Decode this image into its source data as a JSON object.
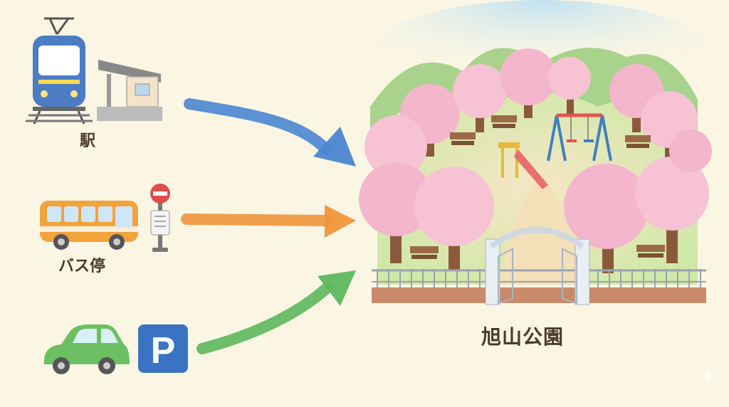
{
  "labels": {
    "station": "駅",
    "bus_stop": "バス停",
    "park": "旭山公園"
  },
  "icons": {
    "train": "train-icon",
    "station_building": "station-building-icon",
    "bus": "bus-icon",
    "bus_stop_sign": "bus-stop-sign-icon",
    "car": "car-icon",
    "parking": "parking-sign-icon",
    "parking_letter": "P"
  },
  "colors": {
    "background": "#fbf6e4",
    "arrow_train": "#4a86d0",
    "arrow_bus": "#f0963c",
    "arrow_car": "#5cb85c",
    "train_body": "#4b7cc4",
    "bus_body": "#f2a33a",
    "car_body": "#6cc063",
    "parking_sign": "#3a73c4",
    "blossom": "#f4b6cc",
    "trunk": "#8b5a3c",
    "gate": "#e8eef4"
  }
}
